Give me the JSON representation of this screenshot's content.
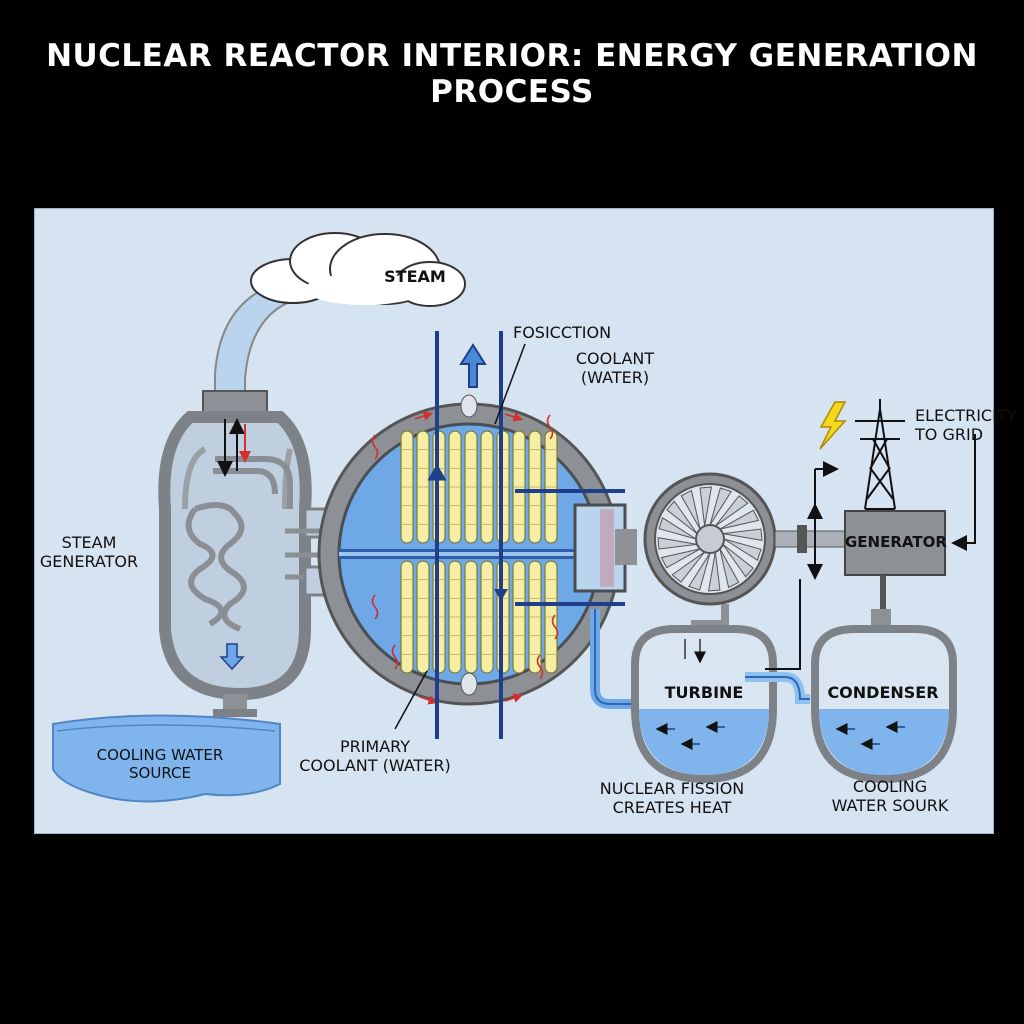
{
  "title": "NUCLEAR REACTOR INTERIOR: ENERGY GENERATION PROCESS",
  "labels": {
    "steam": "STEAM",
    "fosicction": "FOSICCTION",
    "coolant_water_top": "COOLANT\n(WATER)",
    "electricity_to_grid": "ELECTRICITY\nTO GRID",
    "steam_generator": "STEAM\nGENERATOR",
    "generator": "GENERATOR",
    "turbine": "TURBINE",
    "condenser": "CONDENSER",
    "cooling_water_source": "COOLING WATER\nSOURCE",
    "primary_coolant": "PRIMARY\nCOOLANT (WATER)",
    "nuclear_fission": "NUCLEAR FISSION\nCREATES HEAT",
    "cooling_water_sourk": "COOLING\nWATER SOURK"
  },
  "colors": {
    "background": "#000000",
    "panel": "#d6e3f1",
    "vessel_gray": "#8d9196",
    "coolant_blue": "#6ea8e6",
    "fuel_yellow": "#f5eea3",
    "arrow_navy": "#1f3f8a",
    "heat_red": "#d22f2f",
    "water_blue": "#7fb5ec"
  },
  "icons": [
    "steam-cloud-icon",
    "lightning-bolt-icon",
    "transmission-tower-icon",
    "turbine-fan-icon"
  ]
}
